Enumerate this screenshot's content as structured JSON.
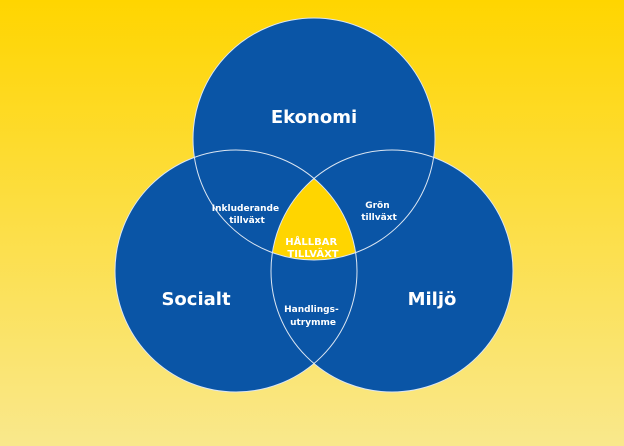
{
  "colors": {
    "background_top": "#FFD500",
    "background_bottom": "#F9E88C",
    "circle_fill": "#0A55A6",
    "circle_stroke": "#DCE6F2",
    "center_fill": "#FFD500"
  },
  "circles": {
    "top": "Ekonomi",
    "left": "Socialt",
    "right": "Miljö"
  },
  "overlaps": {
    "top_left": [
      "Inkluderande",
      "tillväxt"
    ],
    "top_right": [
      "Grön",
      "tillväxt"
    ],
    "bottom": [
      "Handlings-",
      "utrymme"
    ]
  },
  "center": [
    "HÅLLBAR",
    "TILLVÄXT"
  ]
}
